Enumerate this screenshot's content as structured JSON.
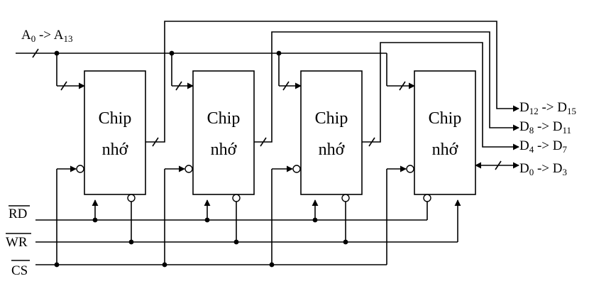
{
  "address_bus": {
    "main": "A",
    "start_sub": "0",
    "arrow": " -> ",
    "end_main": "A",
    "end_sub": "13"
  },
  "chips": [
    {
      "line1": "Chip",
      "line2": "nhớ"
    },
    {
      "line1": "Chip",
      "line2": "nhớ"
    },
    {
      "line1": "Chip",
      "line2": "nhớ"
    },
    {
      "line1": "Chip",
      "line2": "nhớ"
    }
  ],
  "data_outputs": [
    {
      "main": "D",
      "start_sub": "12",
      "arrow": " -> ",
      "end_main": "D",
      "end_sub": "15"
    },
    {
      "main": "D",
      "start_sub": "8",
      "arrow": " -> ",
      "end_main": "D",
      "end_sub": "11"
    },
    {
      "main": "D",
      "start_sub": "4",
      "arrow": " -> ",
      "end_main": "D",
      "end_sub": "7"
    },
    {
      "main": "D",
      "start_sub": "0",
      "arrow": " -> ",
      "end_main": "D",
      "end_sub": "3"
    }
  ],
  "control_signals": [
    {
      "label": "RD"
    },
    {
      "label": "WR"
    },
    {
      "label": "CS"
    }
  ]
}
